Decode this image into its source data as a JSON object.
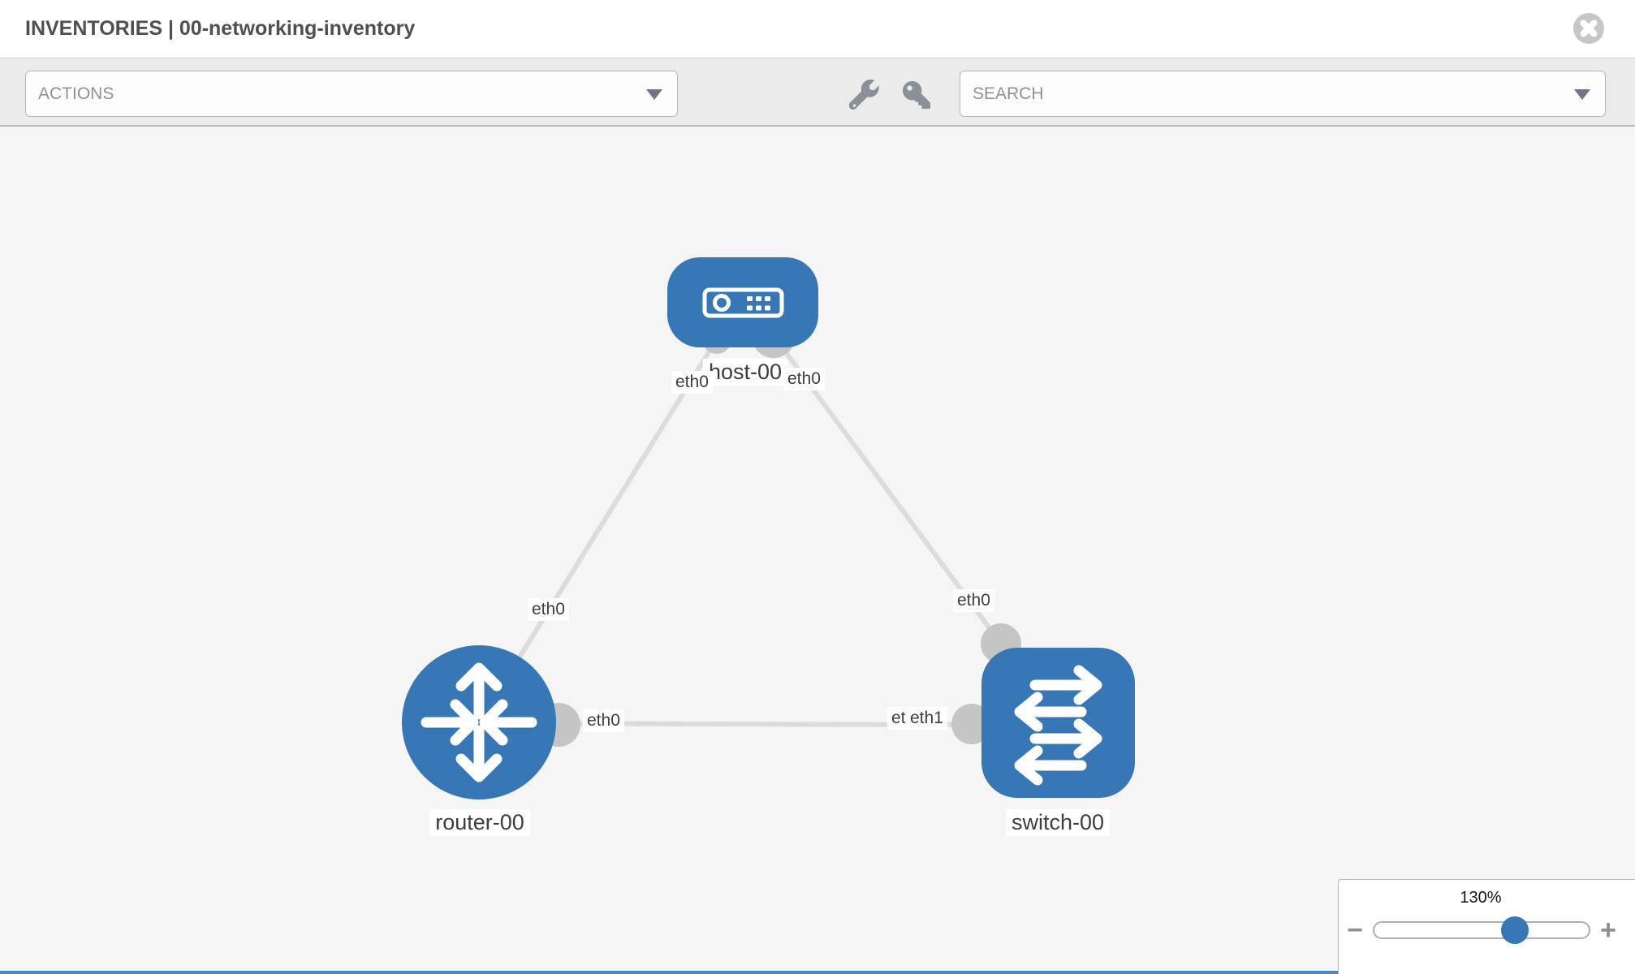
{
  "header": {
    "title": "INVENTORIES | 00-networking-inventory"
  },
  "toolbar": {
    "actions": "ACTIONS",
    "search": "SEARCH"
  },
  "canvas": {
    "nodes": {
      "host": {
        "label": "host-00",
        "type": "host"
      },
      "router": {
        "label": "router-00",
        "type": "router"
      },
      "switch": {
        "label": "switch-00",
        "type": "switch"
      }
    },
    "links": [
      {
        "from": "host-00",
        "to": "router-00",
        "from_if": "eth0",
        "to_if": "eth0"
      },
      {
        "from": "host-00",
        "to": "switch-00",
        "from_if": "eth0",
        "to_if": "eth0"
      },
      {
        "from": "router-00",
        "to": "switch-00",
        "from_if": "eth0",
        "to_if": "eth1"
      }
    ],
    "interfaces": {
      "host_left": "eth0",
      "host_right": "eth0",
      "router_link": "eth0",
      "switch_link": "eth0",
      "router_conn": "eth0",
      "mid_under": "eth0",
      "mid_over": "eth1"
    }
  },
  "zoom": {
    "level": "130%",
    "minus": "−",
    "plus": "+"
  },
  "colors": {
    "node_blue": "#3877b6",
    "link_gray": "#dcdcdc",
    "connector_gray": "#c5c5c5",
    "strip_blue": "#4786c2"
  }
}
